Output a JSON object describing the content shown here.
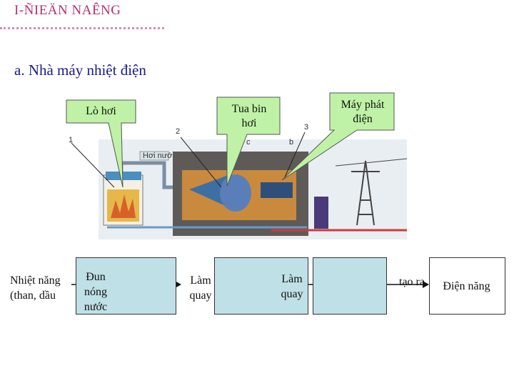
{
  "heading": "I-ÑIEÄN NAÊNG",
  "subtitle": "a. Nhà máy nhiệt điện",
  "callouts": {
    "boiler": "Lò hơi",
    "turbine": "Tua bin hơi",
    "generator": "Máy phát điện"
  },
  "numbers": {
    "n1": "1",
    "n2": "2",
    "n3": "3"
  },
  "photo_labels": {
    "steam": "Hơi nước",
    "c": "c",
    "b": "b"
  },
  "flow": {
    "start_line1": "Nhiệt năng",
    "start_line2": "(than, dầu",
    "step1_line1": "Đun",
    "step1_line2": "nóng",
    "step1_line3": "nước",
    "step2_line1": "Làm",
    "step2_line2": "quay",
    "step3_line1": "Làm",
    "step3_line2": "quay",
    "step4": "tạo ra",
    "end": "Điện năng"
  },
  "colors": {
    "heading": "#b5306e",
    "callout_fill": "#bff2a6",
    "box_fill": "#bfe0e6"
  }
}
